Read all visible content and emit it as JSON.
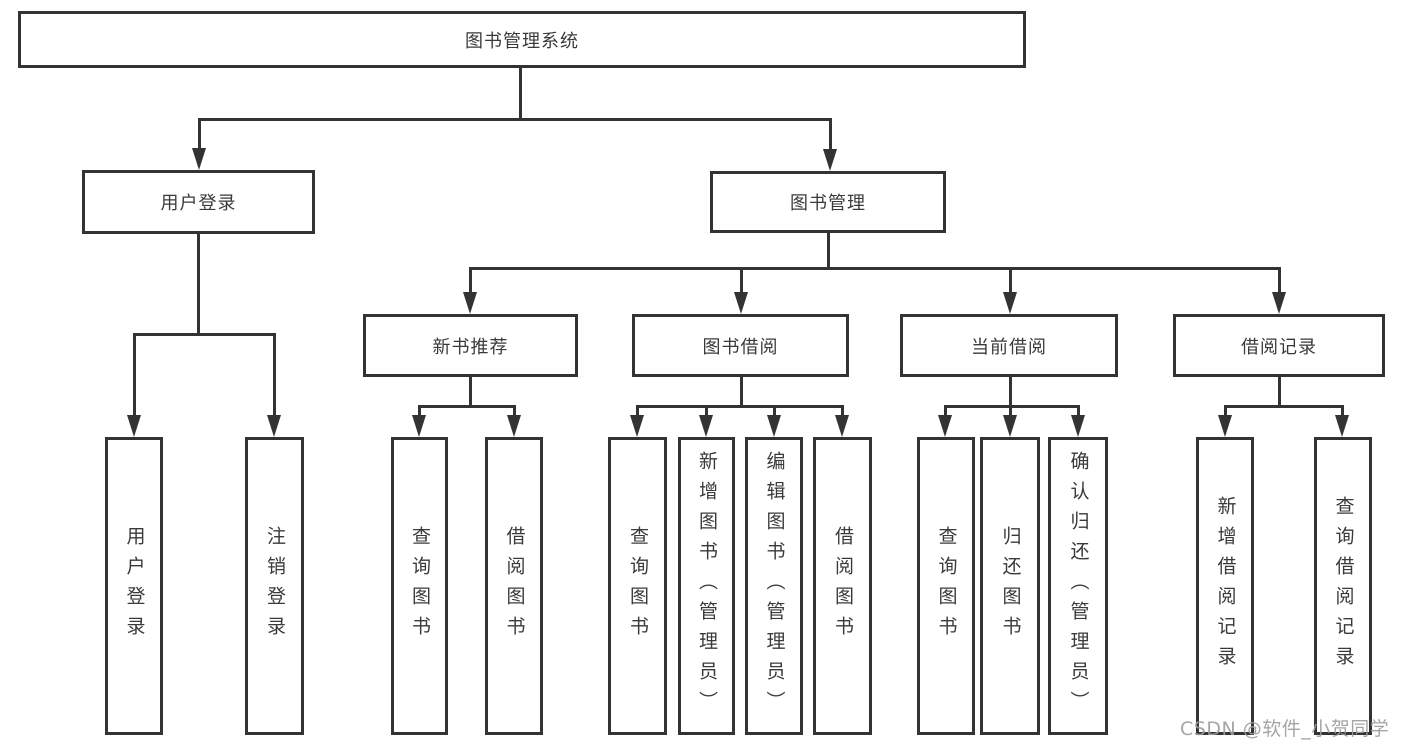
{
  "diagram": {
    "title": "图书管理系统",
    "watermark": "CSDN @软件_小贺同学",
    "colors": {
      "line": "#333333",
      "box_border": "#333333",
      "box_fill": "#ffffff",
      "text": "#3a3a3a",
      "watermark": "#9e9e9e",
      "background": "#ffffff"
    },
    "nodes": [
      {
        "id": "root",
        "label": "图书管理系统",
        "level": 1,
        "parent": null
      },
      {
        "id": "user-login",
        "label": "用户登录",
        "level": 2,
        "parent": "root"
      },
      {
        "id": "book-management",
        "label": "图书管理",
        "level": 2,
        "parent": "root"
      },
      {
        "id": "new-book-recommend",
        "label": "新书推荐",
        "level": 3,
        "parent": "book-management"
      },
      {
        "id": "book-borrow",
        "label": "图书借阅",
        "level": 3,
        "parent": "book-management"
      },
      {
        "id": "current-borrow",
        "label": "当前借阅",
        "level": 3,
        "parent": "book-management"
      },
      {
        "id": "borrow-records",
        "label": "借阅记录",
        "level": 3,
        "parent": "book-management"
      },
      {
        "id": "leaf-user-login",
        "label": "用户登录",
        "level": 4,
        "parent": "user-login"
      },
      {
        "id": "leaf-logout",
        "label": "注销登录",
        "level": 4,
        "parent": "user-login"
      },
      {
        "id": "leaf-nbr-query",
        "label": "查询图书",
        "level": 4,
        "parent": "new-book-recommend"
      },
      {
        "id": "leaf-nbr-borrow",
        "label": "借阅图书",
        "level": 4,
        "parent": "new-book-recommend"
      },
      {
        "id": "leaf-bb-query",
        "label": "查询图书",
        "level": 4,
        "parent": "book-borrow"
      },
      {
        "id": "leaf-bb-add",
        "label": "新增图书（管理员）",
        "level": 4,
        "parent": "book-borrow"
      },
      {
        "id": "leaf-bb-edit",
        "label": "编辑图书（管理员）",
        "level": 4,
        "parent": "book-borrow"
      },
      {
        "id": "leaf-bb-borrow",
        "label": "借阅图书",
        "level": 4,
        "parent": "book-borrow"
      },
      {
        "id": "leaf-cb-query",
        "label": "查询图书",
        "level": 4,
        "parent": "current-borrow"
      },
      {
        "id": "leaf-cb-return",
        "label": "归还图书",
        "level": 4,
        "parent": "current-borrow"
      },
      {
        "id": "leaf-cb-confirm",
        "label": "确认归还（管理员）",
        "level": 4,
        "parent": "current-borrow"
      },
      {
        "id": "leaf-br-add",
        "label": "新增借阅记录",
        "level": 4,
        "parent": "borrow-records"
      },
      {
        "id": "leaf-br-query",
        "label": "查询借阅记录",
        "level": 4,
        "parent": "borrow-records"
      }
    ]
  }
}
